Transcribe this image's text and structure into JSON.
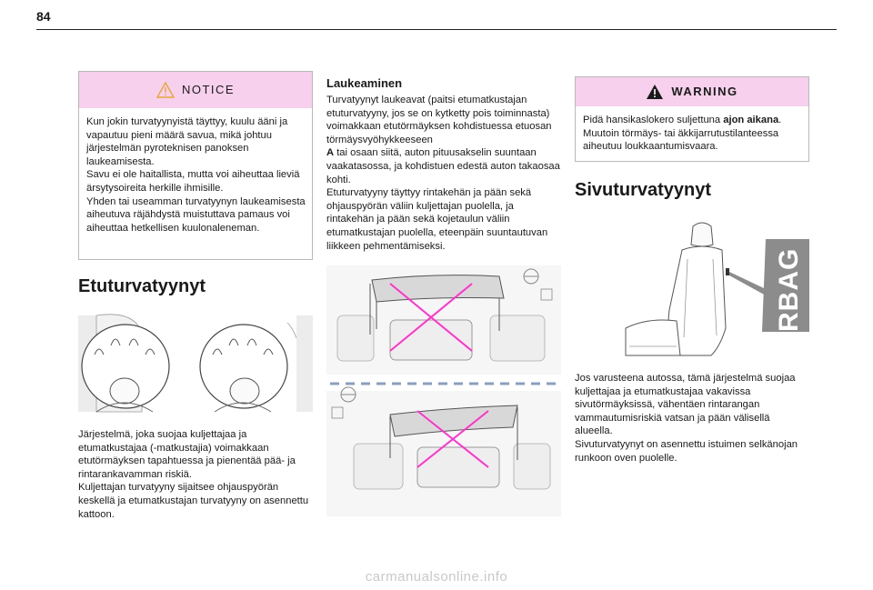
{
  "page": {
    "number": "84",
    "watermark": "carmanualsonline.info"
  },
  "notice": {
    "heading": "NOTICE",
    "paragraphs": [
      "Kun jokin turvatyynyistä täyttyy, kuulu ääni ja vapautuu pieni määrä savua, mikä johtuu järjestelmän pyroteknisen panoksen laukeamisesta.",
      "Savu ei ole haitallista, mutta voi aiheuttaa lieviä ärsytysoireita herkille ihmisille.",
      "Yhden tai useamman turvatyynyn laukeamisesta aiheutuva räjähdystä muistuttava pamaus voi aiheuttaa hetkellisen kuulonaleneman."
    ]
  },
  "front_airbags": {
    "title": "Etuturvatyynyt",
    "paragraphs": [
      "Järjestelmä, joka suojaa kuljettajaa ja etumatkustajaa (-matkustajia) voimakkaan etutörmäyksen tapahtuessa ja pienentää pää- ja rintarankavamman riskiä.",
      "Kuljettajan turvatyyny sijaitsee ohjauspyörän keskellä ja etumatkustajan turvatyyny on asennettu kattoon."
    ]
  },
  "deployment": {
    "title": "Laukeaminen",
    "paragraphs": [
      "Turvatyynyt laukeavat (paitsi etumatkustajan etuturvatyyny, jos se on kytketty pois toiminnasta) voimakkaan etutörmäyksen kohdistuessa etuosan törmäysvyöhykkeeseen",
      "A tai osaan siitä, auton pituusakselin suuntaan vaakatasossa, ja kohdistuen edestä auton takaosaa kohti.",
      "Etuturvatyyny täyttyy rintakehän ja pään sekä ohjauspyörän väliin kuljettajan puolella, ja rintakehän ja pään sekä kojetaulun väliin etumatkustajan puolella, eteenpäin suuntautuvan liikkeen pehmentämiseksi."
    ],
    "bold_letter": "A"
  },
  "warning": {
    "heading": "WARNING",
    "text_before": "Pidä hansikaslokero suljettuna ",
    "text_bold": "ajon aikana",
    "text_after": ". Muutoin törmäys- tai äkkijarrutustilanteessa aiheutuu loukkaantumisvaara."
  },
  "side_airbags": {
    "title": "Sivuturvatyynyt",
    "label_logo": "AIRBAG",
    "paragraphs": [
      "Jos varusteena autossa, tämä järjestelmä suojaa kuljettajaa ja etumatkustajaa vakavissa sivutörmäyksissä, vähentäen rintarangan vammautumisriskiä vatsan ja pään välisellä alueella.",
      "Sivuturvatyynyt on asennettu istuimen selkänojan runkoon oven puolelle."
    ]
  },
  "colors": {
    "notice_band": "#f6d0ec",
    "pink_cross": "#ff33cc",
    "logo_gray": "#8c8c8c"
  },
  "icons": [
    "warning-triangle-icon",
    "cross-mark-icon"
  ]
}
